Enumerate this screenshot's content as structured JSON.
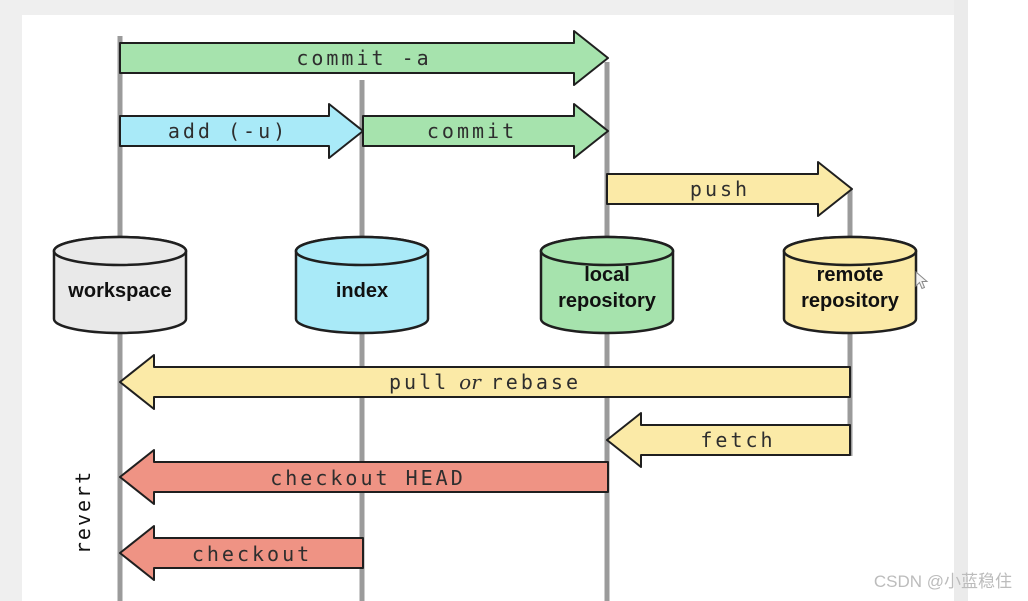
{
  "page": {
    "side_label": "revert",
    "watermark": "CSDN @小蓝稳住"
  },
  "colors": {
    "green": "#a6e3ad",
    "cyan": "#a9eaf8",
    "yellow": "#fbeaa7",
    "red": "#ef9384",
    "node_gray": "#e9e9e9",
    "lifeline": "#9b9b9b",
    "shape_border": "#1f1f1f",
    "watermark_gray": "#bcbcbc"
  },
  "nodes": [
    {
      "id": "workspace",
      "label": "workspace",
      "color": "#e9e9e9"
    },
    {
      "id": "index",
      "label": "index",
      "color": "#a9eaf8"
    },
    {
      "id": "local-repository",
      "label": "local repository",
      "label_line1": "local",
      "label_line2": "repository",
      "color": "#a6e3ad"
    },
    {
      "id": "remote-repository",
      "label": "remote repository",
      "label_line1": "remote",
      "label_line2": "repository",
      "color": "#fbeaa7"
    }
  ],
  "arrows": [
    {
      "id": "commit-a",
      "label": "commit -a",
      "color": "#a6e3ad",
      "from": "workspace",
      "to": "local-repository",
      "direction": "right"
    },
    {
      "id": "add",
      "label": "add (-u)",
      "color": "#a9eaf8",
      "from": "workspace",
      "to": "index",
      "direction": "right"
    },
    {
      "id": "commit",
      "label": "commit",
      "color": "#a6e3ad",
      "from": "index",
      "to": "local-repository",
      "direction": "right"
    },
    {
      "id": "push",
      "label": "push",
      "color": "#fbeaa7",
      "from": "local-repository",
      "to": "remote-repository",
      "direction": "right"
    },
    {
      "id": "pull-or-rebase",
      "label": "pull or rebase",
      "parts": [
        "pull",
        "or",
        "rebase"
      ],
      "color": "#fbeaa7",
      "from": "remote-repository",
      "to": "workspace",
      "direction": "left"
    },
    {
      "id": "fetch",
      "label": "fetch",
      "color": "#fbeaa7",
      "from": "remote-repository",
      "to": "local-repository",
      "direction": "left"
    },
    {
      "id": "checkout-head",
      "label": "checkout HEAD",
      "color": "#ef9384",
      "from": "local-repository",
      "to": "workspace",
      "direction": "left"
    },
    {
      "id": "checkout",
      "label": "checkout",
      "color": "#ef9384",
      "from": "index",
      "to": "workspace",
      "direction": "left"
    }
  ]
}
